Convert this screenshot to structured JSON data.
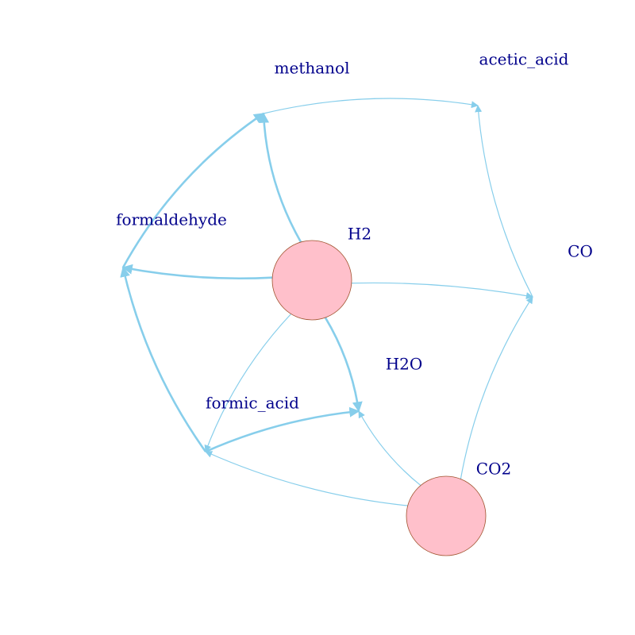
{
  "graph": {
    "nodes": [
      {
        "id": "methanol",
        "label": "methanol",
        "circle": false
      },
      {
        "id": "acetic_acid",
        "label": "acetic_acid",
        "circle": false
      },
      {
        "id": "formaldehyde",
        "label": "formaldehyde",
        "circle": false
      },
      {
        "id": "H2",
        "label": "H2",
        "circle": true
      },
      {
        "id": "CO",
        "label": "CO",
        "circle": false
      },
      {
        "id": "H2O",
        "label": "H2O",
        "circle": false
      },
      {
        "id": "formic_acid",
        "label": "formic_acid",
        "circle": false
      },
      {
        "id": "CO2",
        "label": "CO2",
        "circle": true
      }
    ],
    "edges": [
      {
        "from": "methanol",
        "to": "acetic_acid",
        "weight": "thin"
      },
      {
        "from": "formaldehyde",
        "to": "methanol",
        "weight": "thick"
      },
      {
        "from": "H2",
        "to": "methanol",
        "weight": "thick"
      },
      {
        "from": "H2",
        "to": "formaldehyde",
        "weight": "thick"
      },
      {
        "from": "H2",
        "to": "CO",
        "weight": "thin"
      },
      {
        "from": "H2",
        "to": "H2O",
        "weight": "thick"
      },
      {
        "from": "H2",
        "to": "formic_acid",
        "weight": "thin"
      },
      {
        "from": "CO",
        "to": "acetic_acid",
        "weight": "thin"
      },
      {
        "from": "formic_acid",
        "to": "formaldehyde",
        "weight": "thick"
      },
      {
        "from": "formic_acid",
        "to": "H2O",
        "weight": "thick"
      },
      {
        "from": "CO2",
        "to": "formic_acid",
        "weight": "thin"
      },
      {
        "from": "CO2",
        "to": "H2O",
        "weight": "thin"
      },
      {
        "from": "CO2",
        "to": "CO",
        "weight": "thin"
      }
    ]
  },
  "colors": {
    "edge": "#87ceeb",
    "node_fill": "#ffc0cb",
    "node_stroke": "#a0522d",
    "label": "#00008b",
    "background": "#ffffff"
  }
}
